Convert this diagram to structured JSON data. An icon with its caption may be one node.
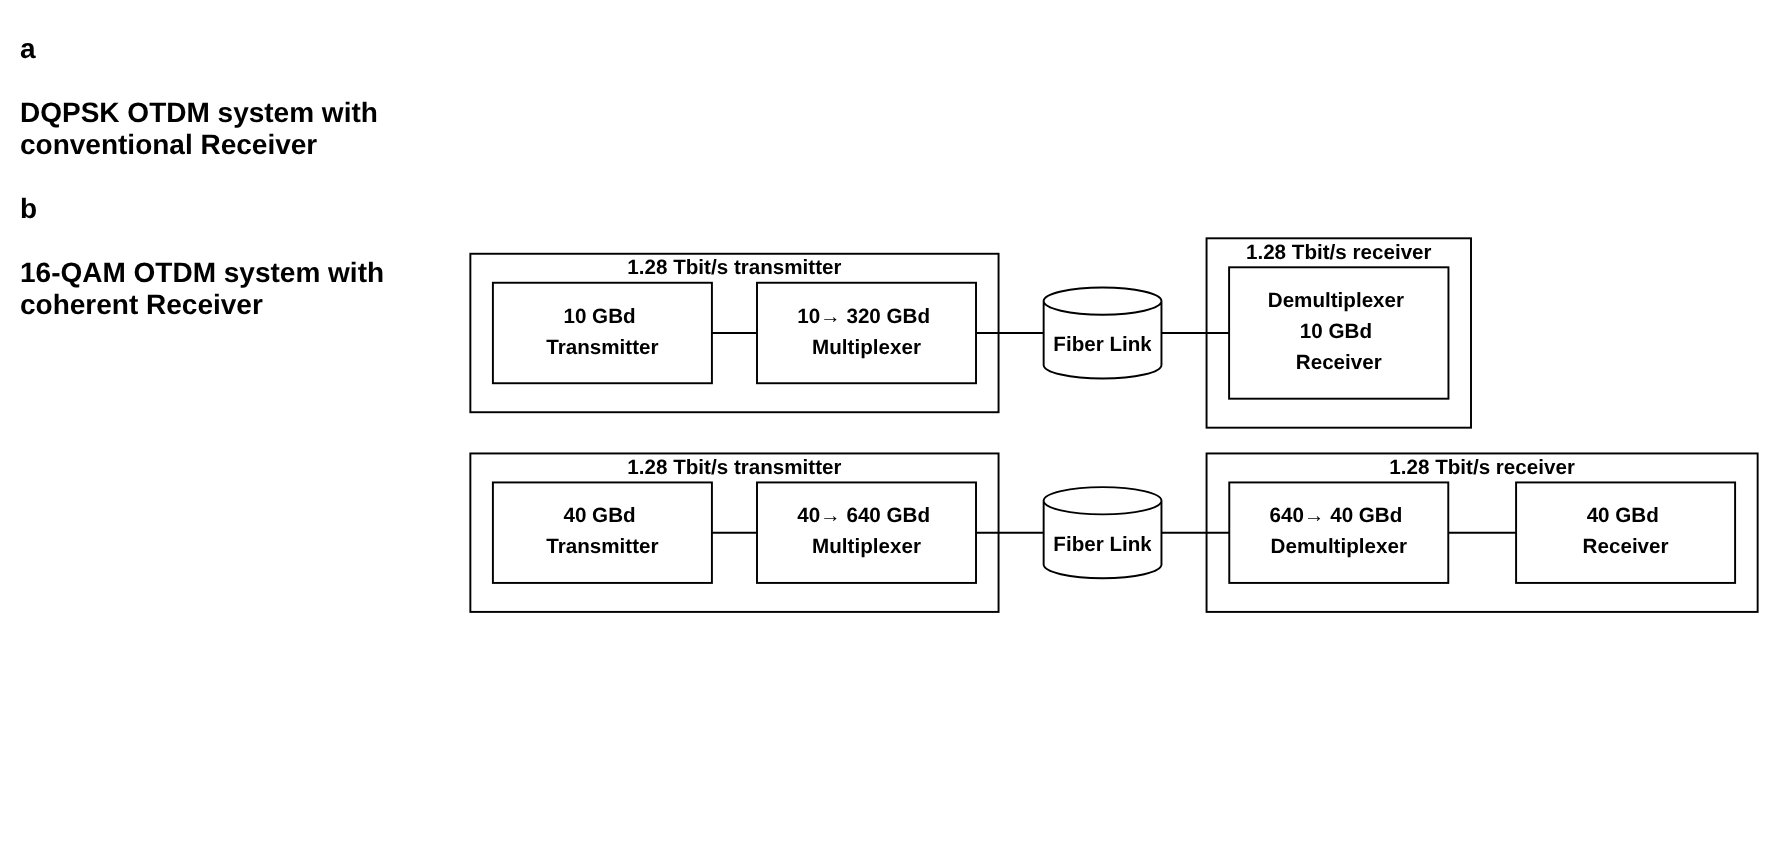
{
  "diagram": {
    "nodes": [
      {
        "text": [
          "1.28 Tbit/s transmitter"
        ]
      },
      {
        "text": [
          "40 GBd Transmitter"
        ],
        "in": 0
      },
      {
        "text": [
          "40→ 640 GBd Multiplexer"
        ],
        "in": 0
      },
      {
        "text": [
          "Fiber Link"
        ]
      },
      {
        "text": [
          "1.28 Tbit/s receiver"
        ]
      },
      {
        "text": [
          "640→ 40 GBd Demultiplexer"
        ],
        "in": 4
      },
      {
        "text": [
          "40 GBd Receiver"
        ],
        "in": 4
      },
      {
        "text": [
          "1.28 Tbit/s transmitter"
        ]
      },
      {
        "text": [
          "10 GBd Transmitter"
        ],
        "in": 7
      },
      {
        "text": [
          "10→ 320 GBd Multiplexer"
        ],
        "in": 7
      },
      {
        "text": [
          "Fiber Link"
        ]
      },
      {
        "text": [
          "1.28 Tbit/s receiver"
        ]
      },
      {
        "text": [
          "Demultiplexer 10 GBd Receiver"
        ],
        "in": 11
      }
    ],
    "edges": [
      {
        "from": 1,
        "to": 2,
        "arrow": "none"
      },
      {
        "from": 2,
        "to": 3,
        "arrow": "none"
      },
      {
        "from": 3,
        "to": 5,
        "arrow": "none"
      },
      {
        "from": 5,
        "to": 6,
        "arrow": "none"
      },
      {
        "from": 8,
        "to": 9,
        "arrow": "none"
      },
      {
        "from": 9,
        "to": 10,
        "arrow": "none"
      },
      {
        "from": 10,
        "to": 12,
        "arrow": "none"
      }
    ],
    "labels": [
      "a",
      "DQPSK OTDM system with conventional Receiver",
      "b",
      "16-QAM OTDM system with coherent Receiver"
    ]
  }
}
